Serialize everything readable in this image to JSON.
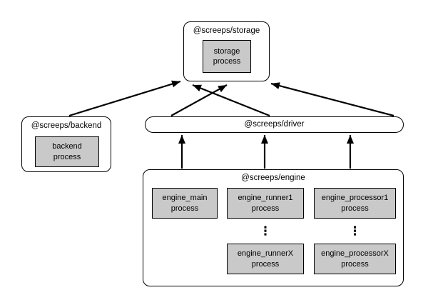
{
  "modules": {
    "storage": {
      "label": "@screeps/storage",
      "process": "storage\nprocess"
    },
    "backend": {
      "label": "@screeps/backend",
      "process": "backend\nprocess"
    },
    "driver": {
      "label": "@screeps/driver"
    },
    "engine": {
      "label": "@screeps/engine",
      "main_process": "engine_main\nprocess",
      "runner1_process": "engine_runner1\nprocess",
      "runnerX_process": "engine_runnerX\nprocess",
      "processor1_process": "engine_processor1\nprocess",
      "processorX_process": "engine_processorX\nprocess",
      "runner_ellipsis": "⋮",
      "processor_ellipsis": "⋮"
    }
  },
  "colors": {
    "process_fill": "#c9c9c9",
    "border": "#000000",
    "background": "#ffffff"
  }
}
